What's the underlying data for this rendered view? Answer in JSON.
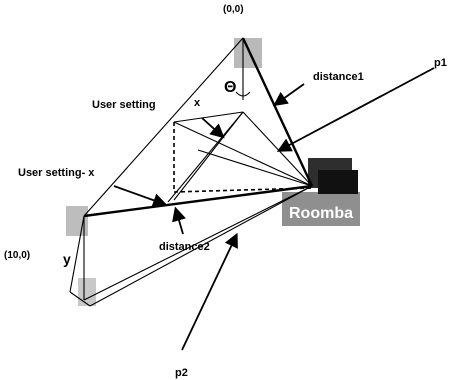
{
  "labels": {
    "origin": "(0,0)",
    "corner": "(10,0)",
    "theta": "Θ",
    "distance1": "distance1",
    "distance2": "distance2",
    "p1": "p1",
    "p2": "p2",
    "user_setting": "User setting",
    "user_setting_minus_x": "User setting- x",
    "x": "x",
    "y": "y",
    "roomba": "Roomba"
  },
  "colors": {
    "line": "#000000",
    "shadow_gray": "#9a9a9a",
    "roomba_body": "#8a8a8a",
    "roomba_top": "#3a3a3a",
    "roomba_label_bg": "#b5b5b5"
  }
}
